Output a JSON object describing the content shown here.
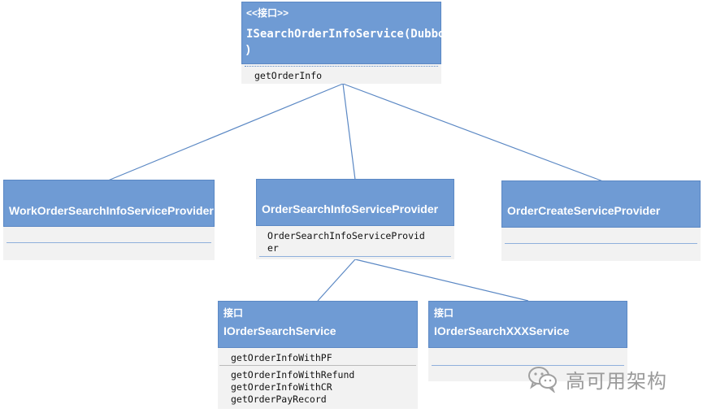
{
  "interface_main": {
    "stereotype": "<<接口>>",
    "name": "ISearchOrderInfoService(Dubbo)",
    "name_line1": "ISearchOrderInfoService(Dubbo",
    "name_line2": ")",
    "methods": [
      "getOrderInfo"
    ]
  },
  "providers": [
    {
      "name": "WorkOrderSearchInfoServiceProvider",
      "methods": []
    },
    {
      "name": "OrderSearchInfoServiceProvider",
      "methods_line1": "OrderSearchInfoServiceProvid",
      "methods_line2": "er"
    },
    {
      "name": "OrderCreateServiceProvider",
      "methods": []
    }
  ],
  "sub_interfaces": [
    {
      "stereotype": "接口",
      "name": "IOrderSearchService",
      "methods": [
        "getOrderInfoWithPF",
        "getOrderInfoWithRefund",
        "getOrderInfoWithCR",
        "getOrderPayRecord"
      ]
    },
    {
      "stereotype": "接口",
      "name": "IOrderSearchXXXService",
      "methods": []
    }
  ],
  "watermark": {
    "text": "高可用架构",
    "icon": "wechat-icon"
  },
  "colors": {
    "header": "#6f9bd4",
    "body": "#f2f2f2",
    "connector": "#5b88c4",
    "watermark": "#9a9a9a"
  }
}
